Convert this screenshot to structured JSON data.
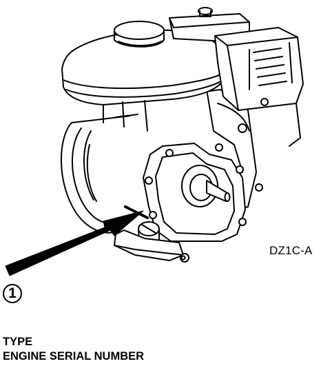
{
  "figure": {
    "code": "DZ1C-A"
  },
  "callout": {
    "number": "1",
    "lines": [
      "TYPE",
      "ENGINE SERIAL NUMBER"
    ]
  }
}
